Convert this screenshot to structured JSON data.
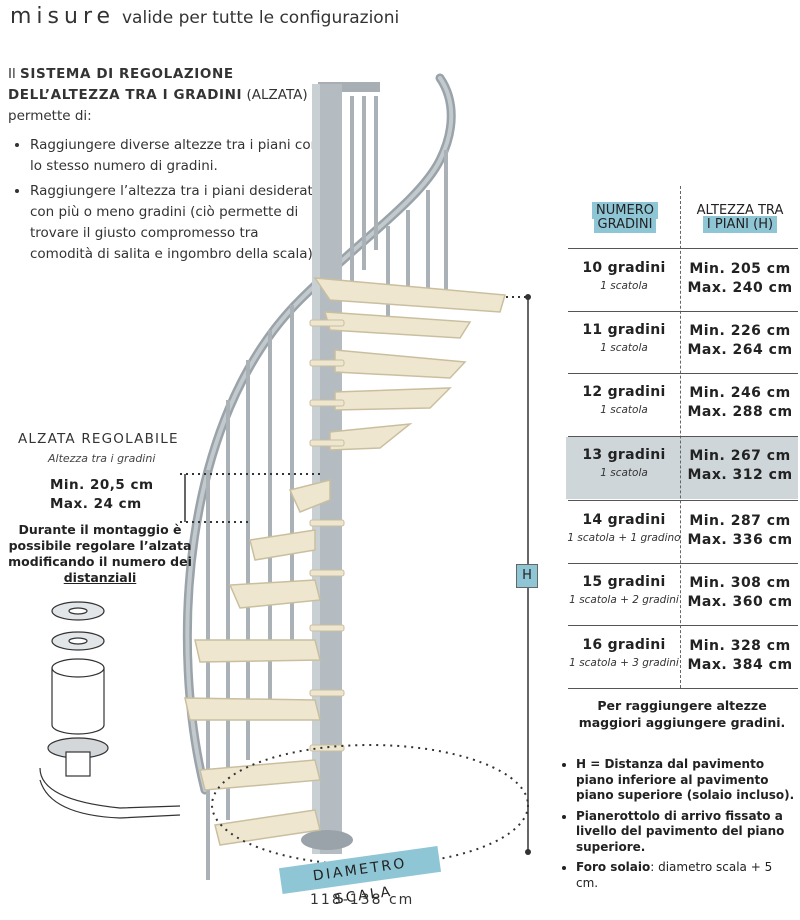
{
  "header": {
    "title_spaced": "misure",
    "subtitle": "valide per tutte le configurazioni"
  },
  "intro": {
    "prefix": "Il",
    "bold": "SISTEMA DI REGOLAZIONE DELL’ALTEZZA TRA I GRADINI",
    "suffix": "(ALZATA) permette di:",
    "bullets": [
      "Raggiungere diverse altezze tra i piani con lo stesso numero di gradini.",
      "Raggiungere l’altezza tra i piani desiderata con più o meno gradini (ciò permette di trovare il giusto compromesso tra comodità di salita e ingombro della scala)."
    ]
  },
  "alzata": {
    "title": "ALZATA REGOLABILE",
    "subtitle": "Altezza tra i gradini",
    "min": "Min. 20,5 cm",
    "max": "Max. 24 cm",
    "note_1": "Durante il montaggio è possibile regolare",
    "note_2": "l’alzata modificando",
    "note_3": "il numero dei",
    "note_4": "distanziali"
  },
  "table": {
    "head_1_a": "NUMERO",
    "head_1_b": "GRADINI",
    "head_2_a": "ALTEZZA TRA",
    "head_2_b": "I PIANI    (H)",
    "rows": [
      {
        "steps": "10 gradini",
        "sub": "1 scatola",
        "min": "Min. 205 cm",
        "max": "Max. 240 cm"
      },
      {
        "steps": "11 gradini",
        "sub": "1 scatola",
        "min": "Min. 226 cm",
        "max": "Max. 264 cm"
      },
      {
        "steps": "12 gradini",
        "sub": "1 scatola",
        "min": "Min. 246 cm",
        "max": "Max. 288 cm"
      },
      {
        "steps": "13 gradini",
        "sub": "1 scatola",
        "min": "Min. 267 cm",
        "max": "Max. 312 cm"
      },
      {
        "steps": "14 gradini",
        "sub": "1 scatola + 1 gradino",
        "min": "Min. 287 cm",
        "max": "Max. 336 cm"
      },
      {
        "steps": "15 gradini",
        "sub": "1 scatola + 2 gradini",
        "min": "Min. 308 cm",
        "max": "Max. 360 cm"
      },
      {
        "steps": "16 gradini",
        "sub": "1 scatola + 3 gradini",
        "min": "Min. 328 cm",
        "max": "Max. 384 cm"
      }
    ],
    "more": "Per raggiungere altezze maggiori aggiungere gradini."
  },
  "notes": {
    "n1_bold": "H = Distanza dal pavimento piano inferiore al pavimento piano superiore (solaio incluso).",
    "n2_bold": "Pianerottolo di arrivo fissato a livello del pavimento del piano superiore.",
    "n3_bold": "Foro solaio",
    "n3_rest": ": diametro scala + 5 cm."
  },
  "h_label": "H",
  "diametro": {
    "label": "DIAMETRO SCALA",
    "value": "118-138 cm"
  },
  "colors": {
    "accent": "#8fc6d6",
    "highlight_row": "#cfd6d9",
    "metal": "#b4bcc2",
    "wood": "#efe6cf"
  }
}
